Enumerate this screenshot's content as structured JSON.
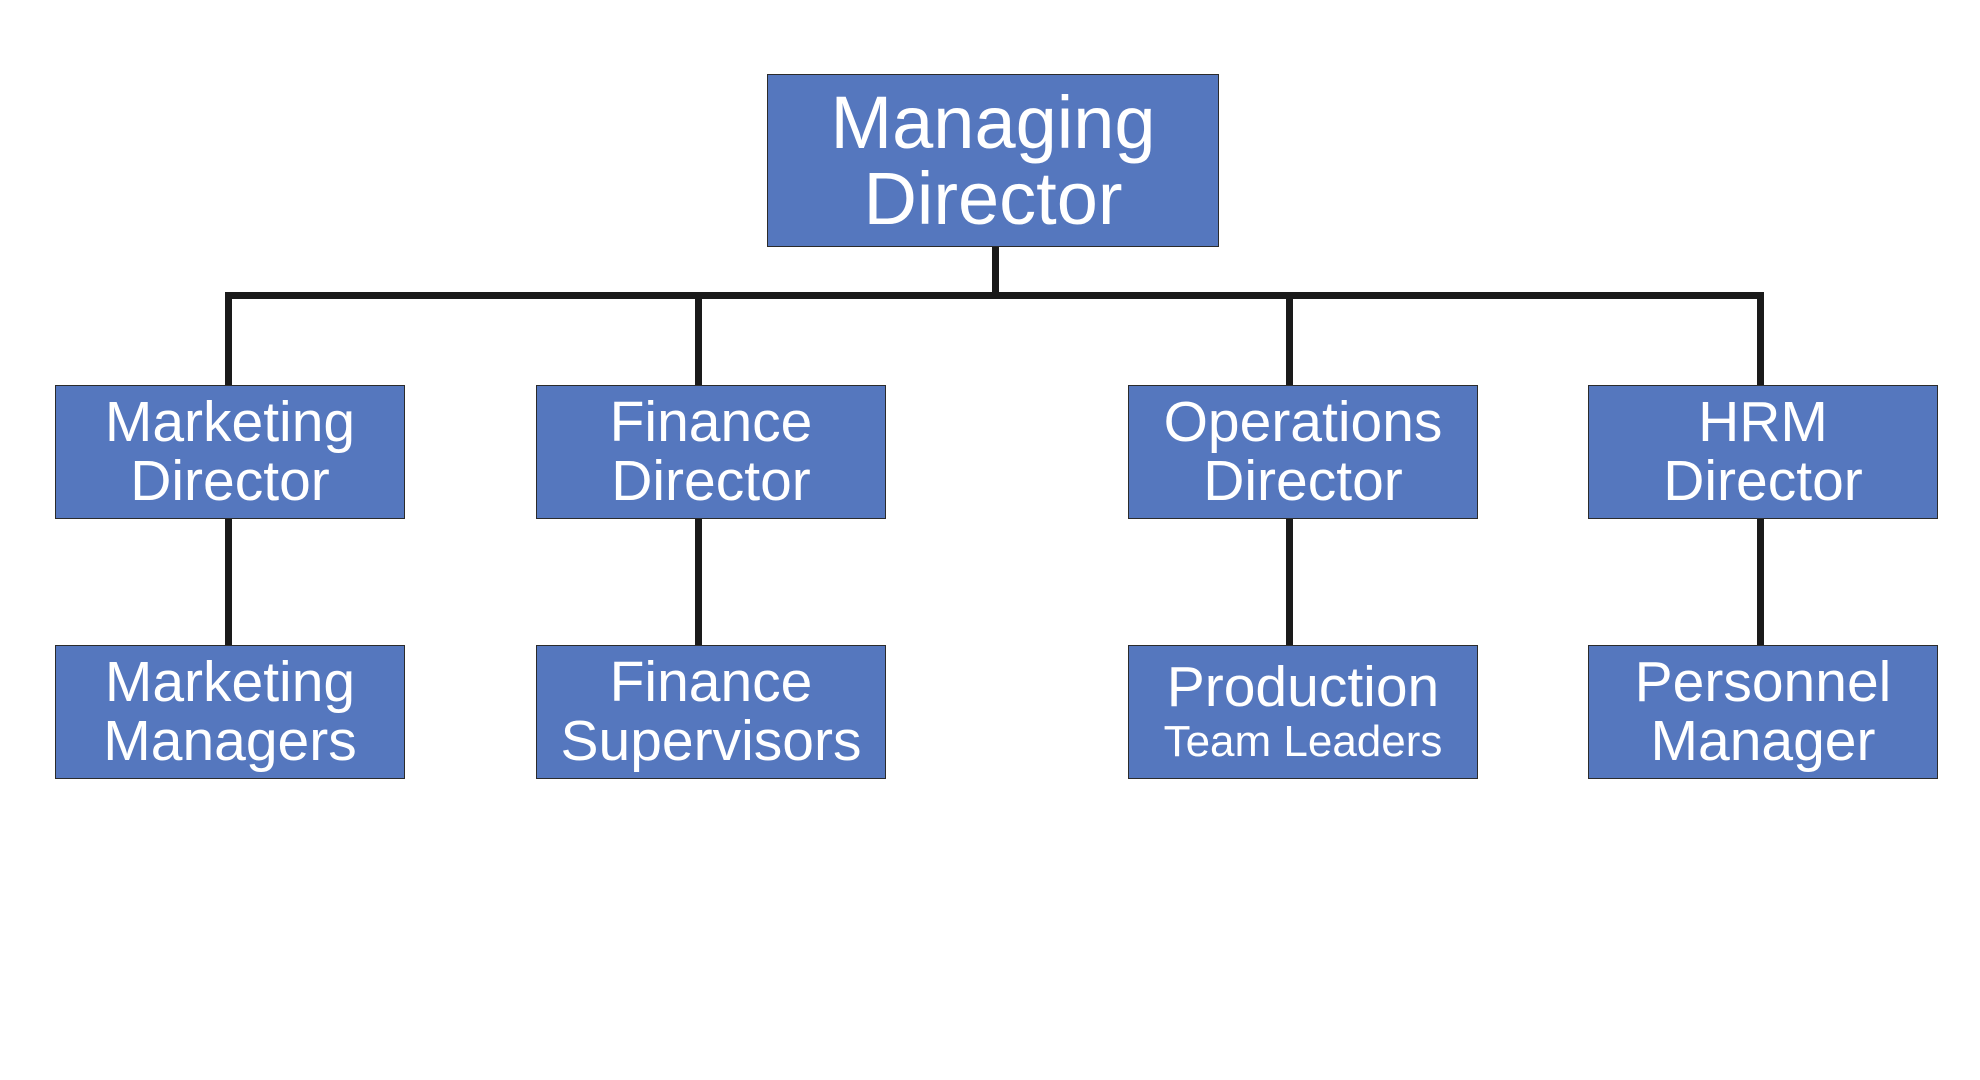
{
  "colors": {
    "node_fill": "#5577be",
    "node_text": "#ffffff",
    "connector": "#1a1a1a"
  },
  "root": {
    "line1": "Managing",
    "line2": "Director"
  },
  "directors": [
    {
      "line1": "Marketing",
      "line2": "Director"
    },
    {
      "line1": "Finance",
      "line2": "Director"
    },
    {
      "line1": "Operations",
      "line2": "Director"
    },
    {
      "line1": "HRM",
      "line2": "Director"
    }
  ],
  "reports": [
    {
      "line1": "Marketing",
      "line2": "Managers"
    },
    {
      "line1": "Finance",
      "line2": "Supervisors"
    },
    {
      "line1": "Production",
      "line2": "Team Leaders"
    },
    {
      "line1": "Personnel",
      "line2": "Manager"
    }
  ]
}
